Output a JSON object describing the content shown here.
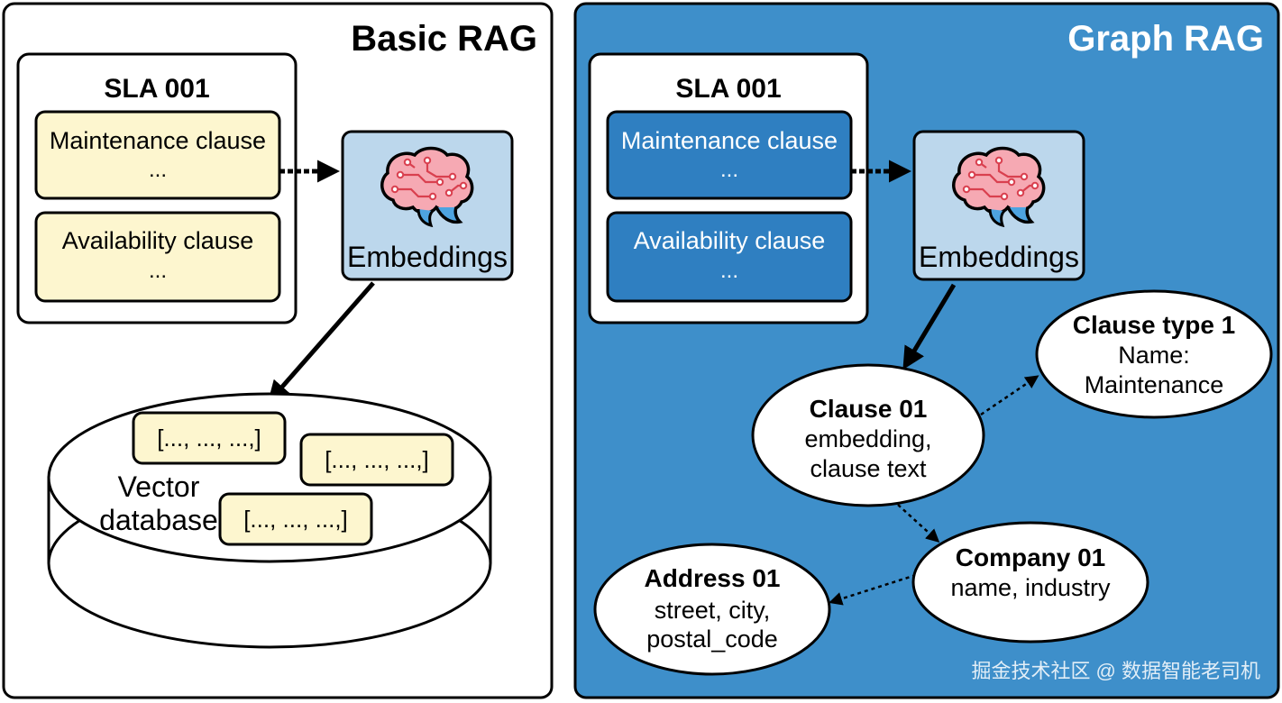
{
  "colors": {
    "panel_blue": "#3e8fca",
    "clause_yellow": "#fdf6cf",
    "clause_blue": "#2f7fc1",
    "embed_bg": "#bcd7ec",
    "outline": "#000000",
    "white": "#ffffff"
  },
  "basic": {
    "title": "Basic RAG",
    "doc": {
      "title": "SLA 001",
      "clause1": {
        "label": "Maintenance clause",
        "ellipsis": "..."
      },
      "clause2": {
        "label": "Availability clause",
        "ellipsis": "..."
      }
    },
    "embeddings": {
      "label": "Embeddings",
      "icon": "brain-icon"
    },
    "vector_db": {
      "label_line1": "Vector",
      "label_line2": "database",
      "vectors": [
        "[..., ..., ...,]",
        "[..., ..., ...,]",
        "[..., ..., ...,]"
      ]
    }
  },
  "graph": {
    "title": "Graph RAG",
    "doc": {
      "title": "SLA 001",
      "clause1": {
        "label": "Maintenance clause",
        "ellipsis": "..."
      },
      "clause2": {
        "label": "Availability clause",
        "ellipsis": "..."
      }
    },
    "embeddings": {
      "label": "Embeddings",
      "icon": "brain-icon"
    },
    "nodes": {
      "clause": {
        "title": "Clause 01",
        "line1": "embedding,",
        "line2": "clause text"
      },
      "clause_type": {
        "title": "Clause type 1",
        "line1": "Name:",
        "line2": "Maintenance"
      },
      "company": {
        "title": "Company 01",
        "line1": "name, industry"
      },
      "address": {
        "title": "Address 01",
        "line1": "street, city,",
        "line2": "postal_code"
      }
    }
  },
  "watermark": "掘金技术社区 @ 数据智能老司机"
}
